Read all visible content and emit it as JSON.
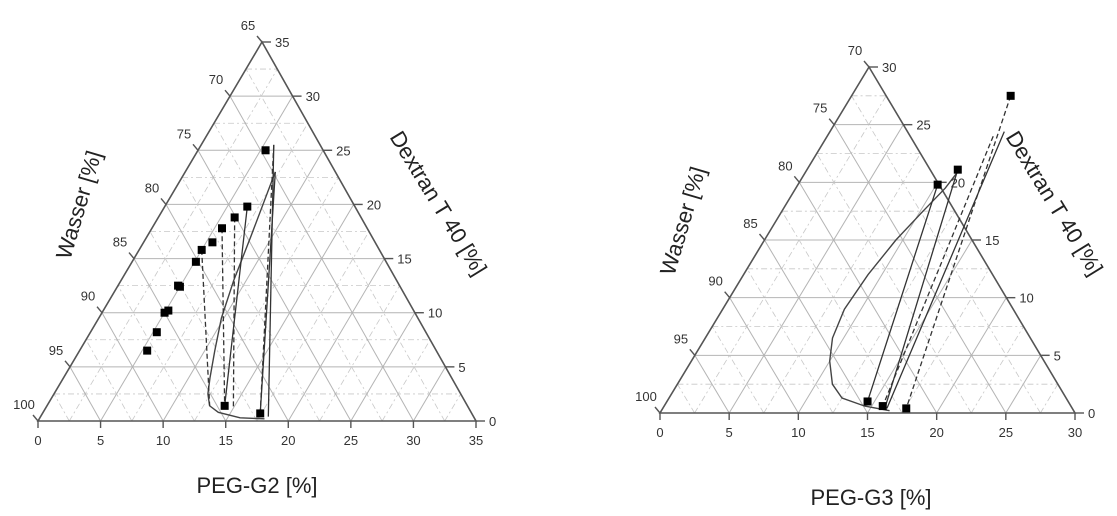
{
  "chart_data": [
    {
      "type": "ternary",
      "axes": {
        "water": {
          "label": "Wasser [%]",
          "ticks": [
            "65",
            "70",
            "75",
            "80",
            "85",
            "90",
            "95",
            "100"
          ]
        },
        "dextran": {
          "label": "Dextran T 40 [%]",
          "ticks": [
            "0",
            "5",
            "10",
            "15",
            "20",
            "25",
            "30",
            "35"
          ]
        },
        "peg": {
          "label": "PEG-G2 [%]",
          "ticks": [
            "0",
            "5",
            "10",
            "15",
            "20",
            "25",
            "30",
            "35"
          ]
        }
      },
      "ranges": {
        "peg": [
          0,
          35
        ],
        "dextran": [
          0,
          35
        ],
        "water": [
          65,
          100
        ]
      },
      "grid": true,
      "binodal_curve": [
        {
          "peg": 18,
          "dextran": 0.2
        },
        {
          "peg": 16,
          "dextran": 0.3
        },
        {
          "peg": 14,
          "dextran": 0.8
        },
        {
          "peg": 13.0,
          "dextran": 1.4
        },
        {
          "peg": 12.3,
          "dextran": 2.5
        },
        {
          "peg": 11.7,
          "dextran": 4.0
        },
        {
          "peg": 10.8,
          "dextran": 6.5
        },
        {
          "peg": 9.8,
          "dextran": 9.5
        },
        {
          "peg": 9.0,
          "dextran": 13.0
        },
        {
          "peg": 8.3,
          "dextran": 17.0
        },
        {
          "peg": 7.2,
          "dextran": 23.0
        }
      ],
      "data_points": [
        {
          "peg": 5.4,
          "dextran": 25.0
        },
        {
          "peg": 6.6,
          "dextran": 19.8
        },
        {
          "peg": 6.1,
          "dextran": 18.8
        },
        {
          "peg": 5.6,
          "dextran": 17.8
        },
        {
          "peg": 5.5,
          "dextran": 16.5
        },
        {
          "peg": 5.0,
          "dextran": 15.8
        },
        {
          "peg": 5.1,
          "dextran": 14.7
        },
        {
          "peg": 4.8,
          "dextran": 12.5
        },
        {
          "peg": 5.0,
          "dextran": 12.4
        },
        {
          "peg": 5.2,
          "dextran": 10.2
        },
        {
          "peg": 5.0,
          "dextran": 10.0
        },
        {
          "peg": 5.3,
          "dextran": 8.2
        },
        {
          "peg": 5.4,
          "dextran": 6.5
        },
        {
          "peg": 14.2,
          "dextran": 1.4
        },
        {
          "peg": 17.4,
          "dextran": 0.7
        }
      ],
      "tie_lines": [
        {
          "from": {
            "peg": 5.8,
            "dextran": 25.5
          },
          "to": {
            "peg": 18.2,
            "dextran": 0.4
          },
          "style": "solid"
        },
        {
          "from": {
            "peg": 7.2,
            "dextran": 23.0
          },
          "to": {
            "peg": 17.4,
            "dextran": 0.7
          },
          "style": "solid"
        },
        {
          "from": {
            "peg": 6.6,
            "dextran": 19.8
          },
          "to": {
            "peg": 14.2,
            "dextran": 1.4
          },
          "style": "solid"
        },
        {
          "from": {
            "peg": 5.8,
            "dextran": 25.5
          },
          "to": {
            "peg": 17.4,
            "dextran": 0.7
          },
          "style": "dashed"
        },
        {
          "from": {
            "peg": 6.1,
            "dextran": 18.8
          },
          "to": {
            "peg": 15.0,
            "dextran": 1.2
          },
          "style": "dashed"
        },
        {
          "from": {
            "peg": 5.6,
            "dextran": 17.8
          },
          "to": {
            "peg": 14.2,
            "dextran": 1.4
          },
          "style": "dashed"
        },
        {
          "from": {
            "peg": 5.0,
            "dextran": 15.8
          },
          "to": {
            "peg": 13.0,
            "dextran": 1.4
          },
          "style": "dashed"
        }
      ]
    },
    {
      "type": "ternary",
      "axes": {
        "water": {
          "label": "Wasser [%]",
          "ticks": [
            "70",
            "75",
            "80",
            "85",
            "90",
            "95",
            "100"
          ]
        },
        "dextran": {
          "label": "Dextran T 40 [%]",
          "ticks": [
            "0",
            "5",
            "10",
            "15",
            "20",
            "25",
            "30"
          ]
        },
        "peg": {
          "label": "PEG-G3 [%]",
          "ticks": [
            "0",
            "5",
            "10",
            "15",
            "20",
            "25",
            "30"
          ]
        }
      },
      "ranges": {
        "peg": [
          0,
          30
        ],
        "dextran": [
          0,
          30
        ],
        "water": [
          70,
          100
        ]
      },
      "grid": true,
      "binodal_curve": [
        {
          "peg": 16.5,
          "dextran": 0.2
        },
        {
          "peg": 14.5,
          "dextran": 0.6
        },
        {
          "peg": 12.5,
          "dextran": 1.3
        },
        {
          "peg": 11.2,
          "dextran": 2.5
        },
        {
          "peg": 10.0,
          "dextran": 4.5
        },
        {
          "peg": 9.2,
          "dextran": 6.5
        },
        {
          "peg": 8.8,
          "dextran": 9.0
        },
        {
          "peg": 9.0,
          "dextran": 12.0
        },
        {
          "peg": 9.5,
          "dextran": 15.0
        },
        {
          "peg": 10.2,
          "dextran": 17.5
        },
        {
          "peg": 10.8,
          "dextran": 19.5
        },
        {
          "peg": 11.0,
          "dextran": 21.0
        }
      ],
      "data_points": [
        {
          "peg": 11.5,
          "dextran": 27.5
        },
        {
          "peg": 10.9,
          "dextran": 21.1
        },
        {
          "peg": 10.1,
          "dextran": 19.8
        },
        {
          "peg": 14.5,
          "dextran": 1.0
        },
        {
          "peg": 15.8,
          "dextran": 0.6
        },
        {
          "peg": 17.6,
          "dextran": 0.4
        }
      ],
      "tie_lines": [
        {
          "from": {
            "peg": 12.6,
            "dextran": 24.4
          },
          "to": {
            "peg": 16.2,
            "dextran": 0.4
          },
          "style": "solid"
        },
        {
          "from": {
            "peg": 10.9,
            "dextran": 21.1
          },
          "to": {
            "peg": 16.0,
            "dextran": 0.6
          },
          "style": "solid"
        },
        {
          "from": {
            "peg": 10.1,
            "dextran": 19.8
          },
          "to": {
            "peg": 14.5,
            "dextran": 1.0
          },
          "style": "solid"
        },
        {
          "from": {
            "peg": 12.0,
            "dextran": 24.0
          },
          "to": {
            "peg": 15.8,
            "dextran": 0.6
          },
          "style": "dashed"
        },
        {
          "from": {
            "peg": 11.5,
            "dextran": 27.5
          },
          "to": {
            "peg": 17.6,
            "dextran": 0.4
          },
          "style": "dashed"
        }
      ]
    }
  ]
}
